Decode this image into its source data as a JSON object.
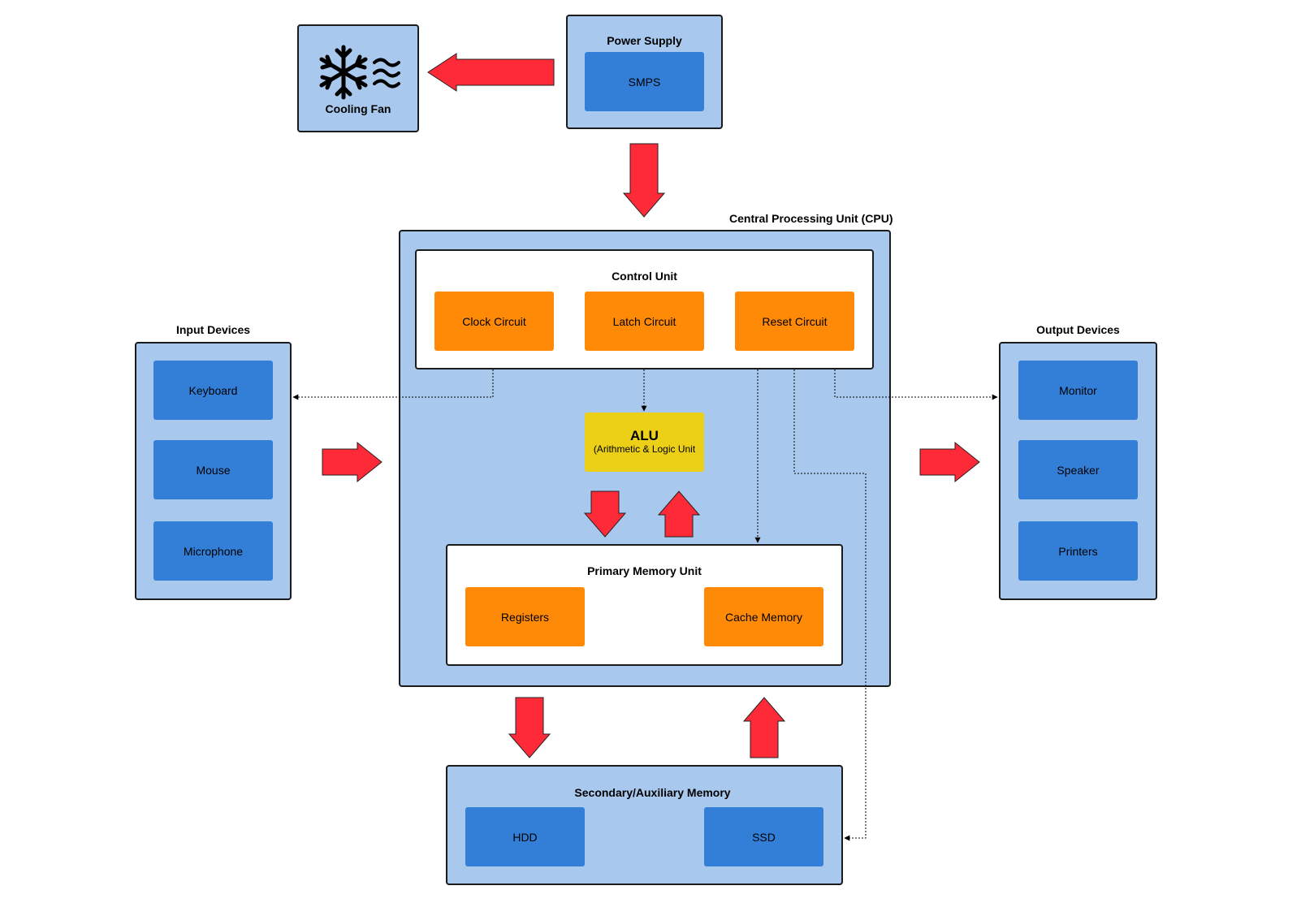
{
  "cooling_fan": {
    "label": "Cooling Fan",
    "icon": "snowflake-icon"
  },
  "power_supply": {
    "title": "Power Supply",
    "smps": "SMPS"
  },
  "cpu": {
    "title": "Central Processing Unit (CPU)",
    "control_unit": {
      "title": "Control Unit",
      "items": [
        "Clock Circuit",
        "Latch Circuit",
        "Reset Circuit"
      ]
    },
    "alu": {
      "title": "ALU",
      "subtitle": "(Arithmetic & Logic Unit"
    },
    "primary_memory": {
      "title": "Primary Memory Unit",
      "items": [
        "Registers",
        "Cache Memory"
      ]
    }
  },
  "input_devices": {
    "title": "Input Devices",
    "items": [
      "Keyboard",
      "Mouse",
      "Microphone"
    ]
  },
  "output_devices": {
    "title": "Output Devices",
    "items": [
      "Monitor",
      "Speaker",
      "Printers"
    ]
  },
  "secondary_memory": {
    "title": "Secondary/Auxiliary Memory",
    "items": [
      "HDD",
      "SSD"
    ]
  },
  "colors": {
    "group_fill": "#a9c8ee",
    "device_blue": "#337fd8",
    "circuit_orange": "#fe8a08",
    "alu_yellow": "#ecd017",
    "arrow_red": "#fe2a37"
  }
}
